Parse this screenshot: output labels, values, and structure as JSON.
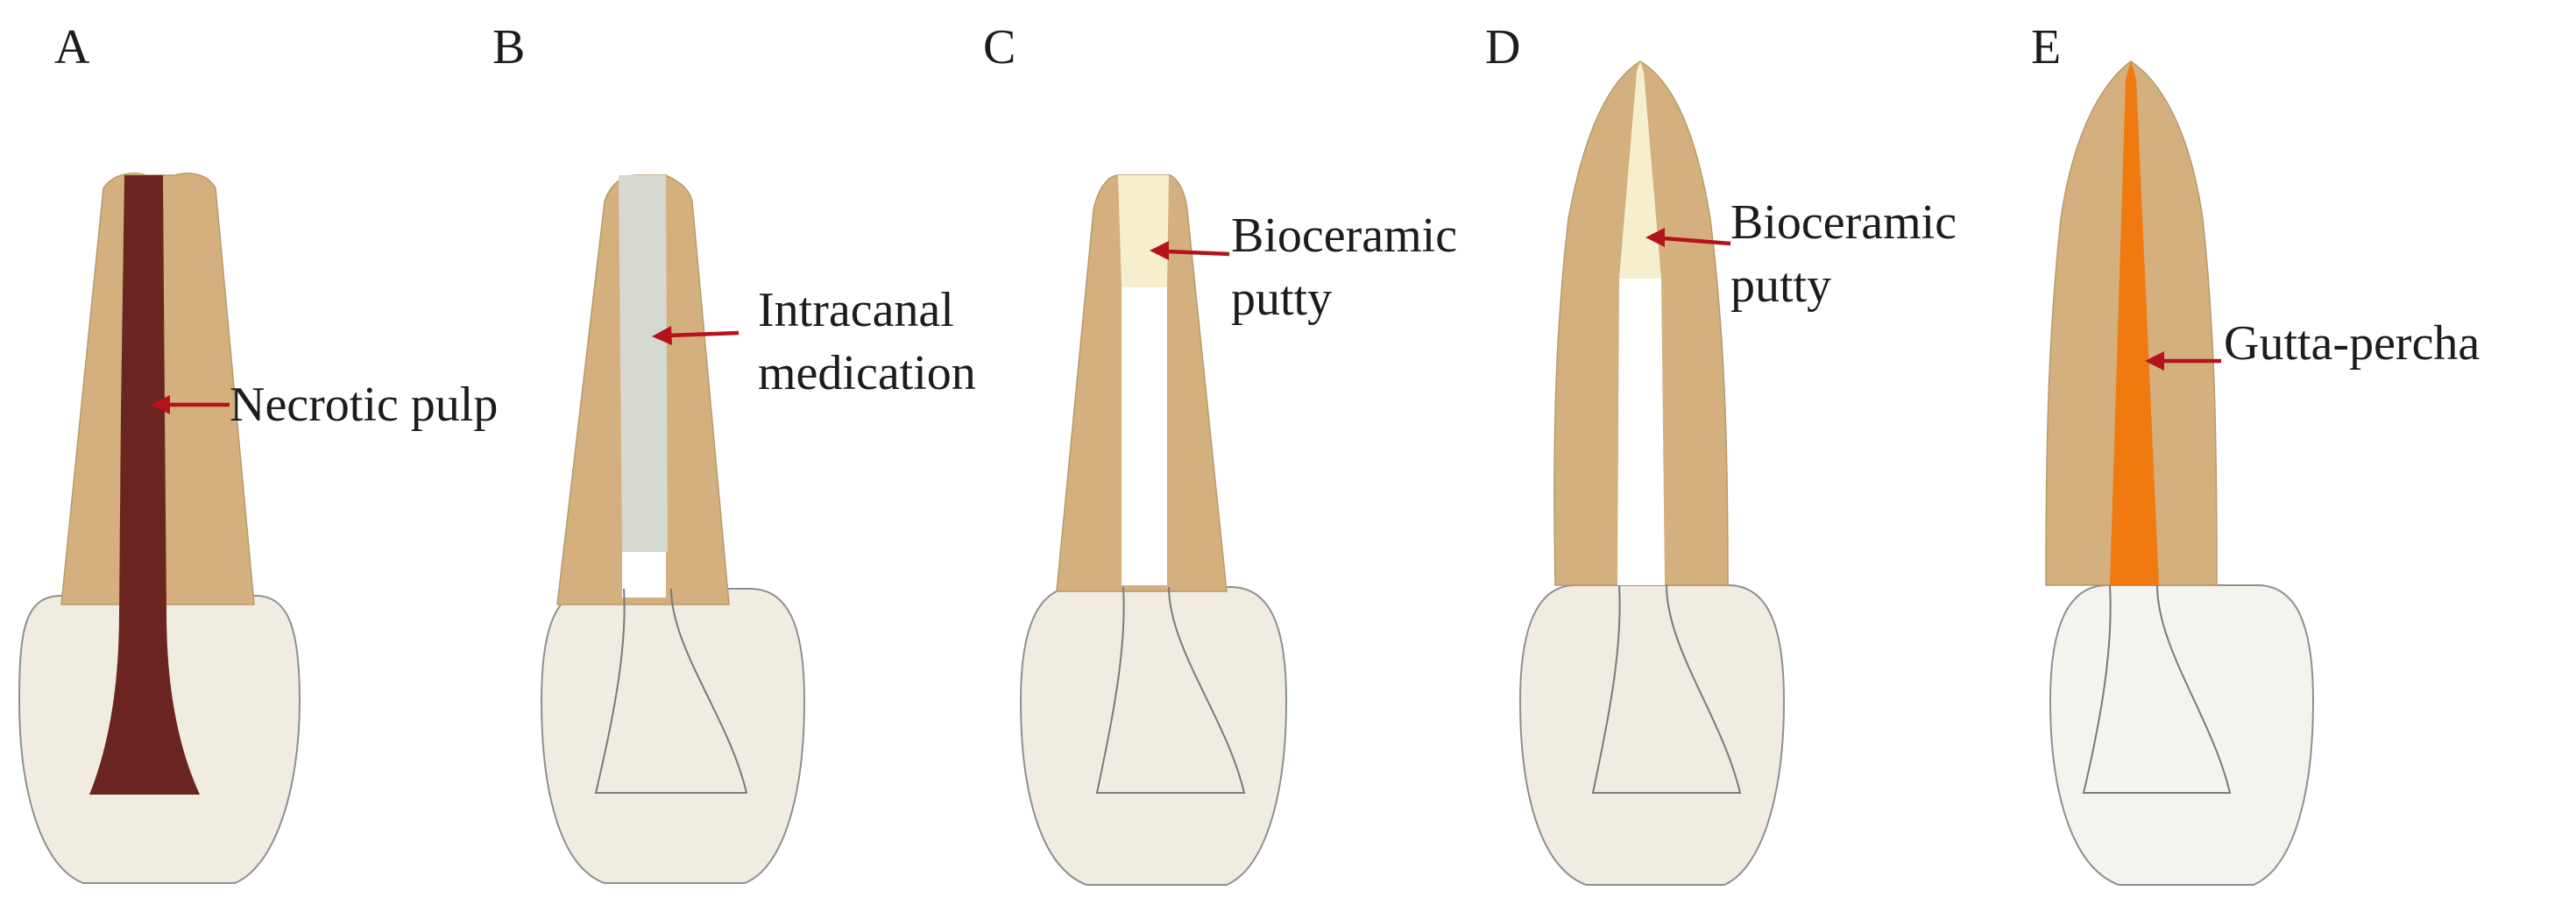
{
  "colors": {
    "crown": "#f0ece2",
    "crown_light": "#f5f3ee",
    "root_dentin": "#d4b07f",
    "necrotic_pulp": "#6b2521",
    "intracanal_medication": "#d5d9cf",
    "bioceramic_putty": "#f5efcf",
    "gutta_percha": "#f07a10",
    "arrow": "#b5121b",
    "empty_canal": "#ffffff"
  },
  "panels": [
    {
      "letter": "A",
      "callout": [
        "Necrotic pulp"
      ]
    },
    {
      "letter": "B",
      "callout": [
        "Intracanal",
        "medication"
      ]
    },
    {
      "letter": "C",
      "callout": [
        "Bioceramic",
        "putty"
      ]
    },
    {
      "letter": "D",
      "callout": [
        "Bioceramic",
        "putty"
      ]
    },
    {
      "letter": "E",
      "callout": [
        "Gutta-percha"
      ]
    }
  ]
}
